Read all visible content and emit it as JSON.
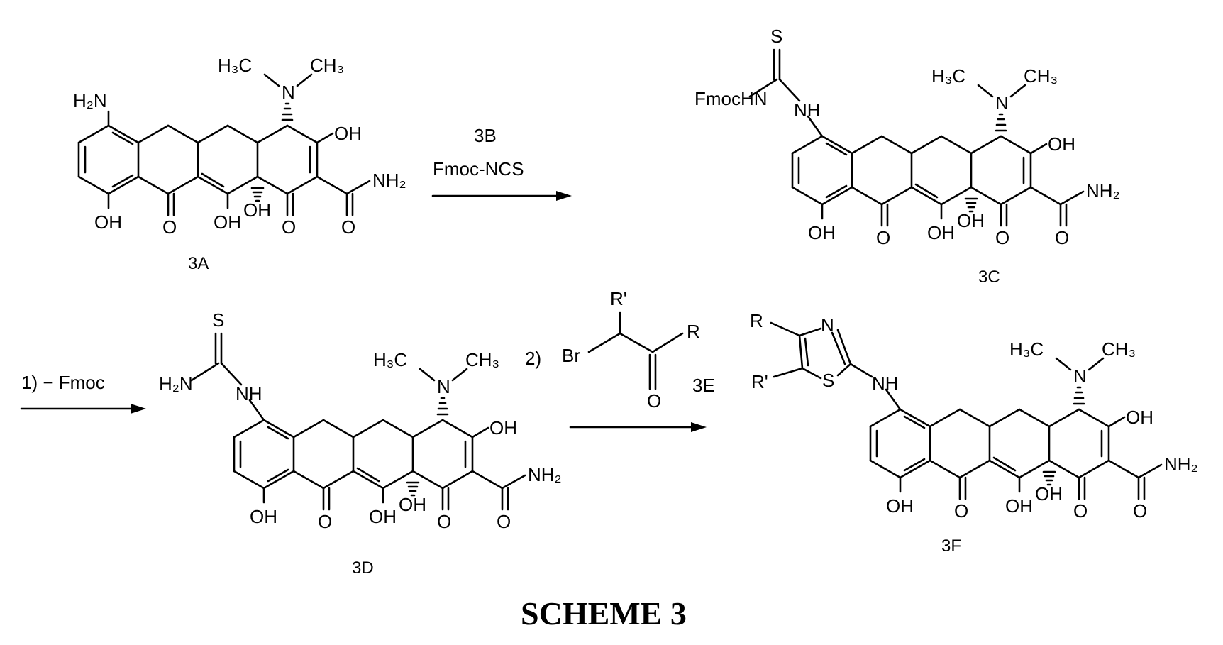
{
  "compounds": {
    "c3A": {
      "label": "3A",
      "amine": "H₂N"
    },
    "c3C": {
      "label": "3C",
      "fmoc_nh": "FmocHN",
      "nh": "NH",
      "s": "S"
    },
    "c3D": {
      "label": "3D",
      "h2n": "H₂N",
      "nh": "NH",
      "s": "S"
    },
    "c3F": {
      "label": "3F",
      "r": "R",
      "r_prime": "R'",
      "n": "N",
      "s": "S",
      "nh": "NH"
    }
  },
  "common": {
    "nme2_left": "H₃C",
    "nme2_n": "N",
    "nme2_right": "CH₃",
    "oh": "OH",
    "o": "O",
    "nh2": "NH₂"
  },
  "reagents": {
    "step1_line1": "3B",
    "step1_line2": "Fmoc-NCS",
    "step2": "1)   − Fmoc",
    "step3_num": "2)",
    "br": "Br",
    "r": "R",
    "r_prime": "R'",
    "o": "O",
    "label_3E": "3E"
  },
  "title": "SCHEME 3"
}
